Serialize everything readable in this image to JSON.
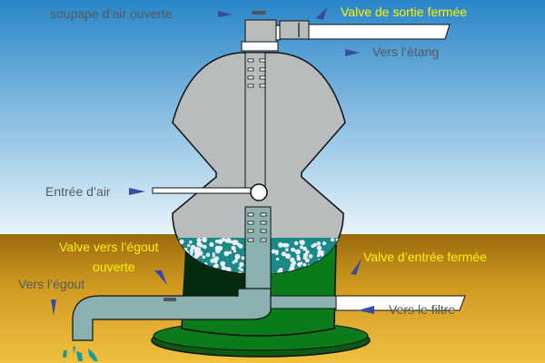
{
  "title": "Filtre à sable en position de rinçage",
  "labels": {
    "air_valve": "soupape d’air ouverte",
    "outlet_valve": "Valve de sortie fermée",
    "to_pond": "Vers l’étang",
    "air_inlet": "Entrée d’air",
    "drain_valve_line1": "Valve vers l’égout",
    "drain_valve_line2": "ouverte",
    "to_drain": "Vers l’égout",
    "inlet_valve": "Valve d’entrée fermée",
    "to_filter": "Vers le filtre"
  },
  "colors": {
    "sky_top": "#2a86c8",
    "sky_bottom": "#eaf6fb",
    "ground_top": "#9a6a0c",
    "ground_bottom": "#f0c040",
    "tank": "#b8bcbc",
    "media": "#1a8a88",
    "base": "#0a7a1a",
    "arrow": "#3a4aa0",
    "highlight_text": "#fff200"
  }
}
